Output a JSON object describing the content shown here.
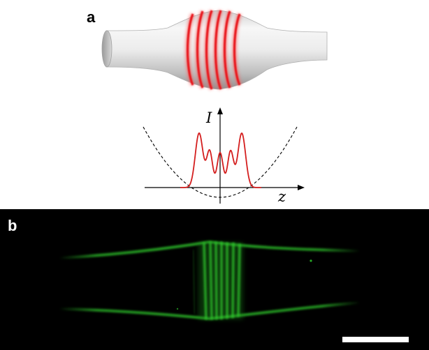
{
  "panels": {
    "a": {
      "label": "a"
    },
    "b": {
      "label": "b"
    }
  },
  "plot": {
    "y_axis_label": "I",
    "x_axis_label": "z"
  },
  "colors": {
    "fiber_surface": "#e6e6e6",
    "fiber_shadow": "#8c8c8c",
    "ring_red": "#e8141c",
    "intensity_curve": "#d41e1e",
    "potential_dashed": "#000000",
    "micrograph_background": "#000000",
    "fluorescence_green": "#31d22e",
    "scale_bar": "#ffffff"
  }
}
